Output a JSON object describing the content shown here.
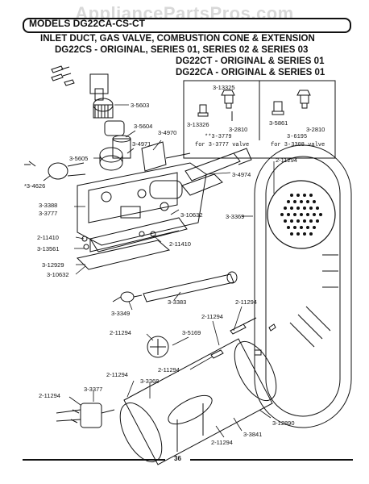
{
  "watermark": "AppliancePartsPros.com",
  "models_label": "MODELS DG22CA-CS-CT",
  "title_lines": [
    "INLET DUCT, GAS VALVE, COMBUSTION CONE & EXTENSION",
    "DG22CS - ORIGINAL, SERIES 01, SERIES 02 & SERIES 03",
    "DG22CT - ORIGINAL & SERIES 01",
    "DG22CA - ORIGINAL & SERIES 01"
  ],
  "inset": {
    "left_note_1": "**3-3779",
    "left_note_2": "for 3-3777 valve",
    "right_note_1": "3-6195",
    "right_note_2": "for 3-3308 valve"
  },
  "part_labels": {
    "p5603": "3-5603",
    "p5604": "3-5604",
    "p4970": "3-4970",
    "p4971": "3-4971",
    "p5605": "3-5605",
    "p4626": "*3-4626",
    "p4974": "3-4974",
    "p13325": "3-13325",
    "p13326": "3-13326",
    "p2810a": "3-2810",
    "p5861": "3-5861",
    "p2810b": "3-2810",
    "p11294_top": "2-11294",
    "p3388": "3-3388",
    "p3777": "3-3777",
    "p10632a": "3-10632",
    "p3369": "3-3369",
    "p11410a": "2-11410",
    "p11410b": "2-11410",
    "p13561": "3-13561",
    "p12929": "3-12929",
    "p10632b": "3-10632",
    "p3349": "3-3349",
    "p3383": "3-3383",
    "p11294_a": "2-11294",
    "p11294_b": "2-11294",
    "p11294_c": "2-11294",
    "p5169": "3-5169",
    "p11294_d": "2-11294",
    "p11294_e": "2-11294",
    "p3368": "3-3368",
    "p11294_f": "2-11294",
    "p3377": "3-3377",
    "p12890": "3-12890",
    "p3841": "3-3841",
    "p11294_g": "2-11294"
  },
  "page_number": "36"
}
